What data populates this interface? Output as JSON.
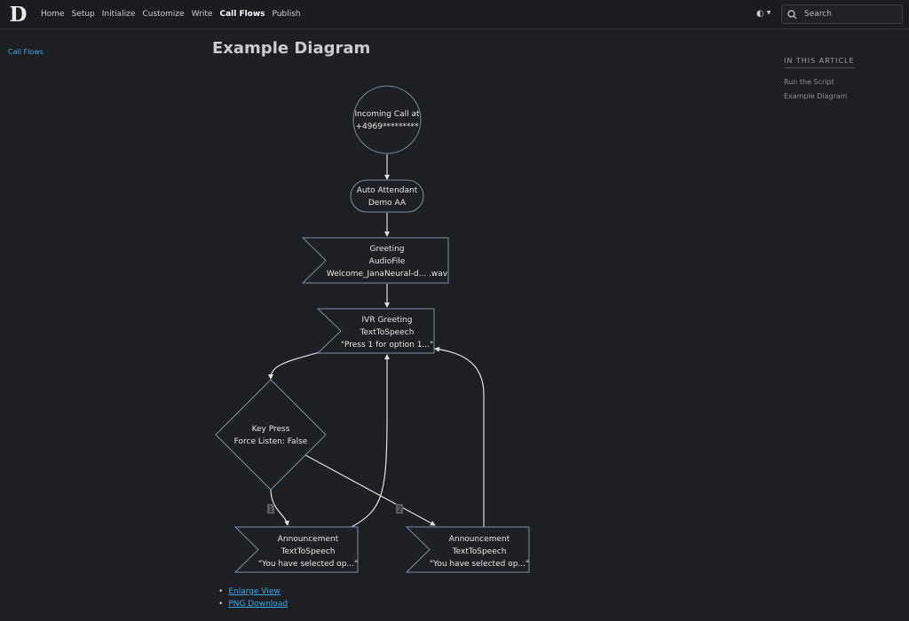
{
  "header": {
    "logo": "D",
    "nav": [
      "Home",
      "Setup",
      "Initialize",
      "Customize",
      "Write",
      "Call Flows",
      "Publish"
    ],
    "active_nav": "Call Flows",
    "search_placeholder": "Search"
  },
  "sidebar": {
    "link": "Call Flows"
  },
  "page": {
    "title": "Example Diagram"
  },
  "toc": {
    "heading": "IN THIS ARTICLE",
    "items": [
      "Run the Script",
      "Example Diagram"
    ]
  },
  "diagram": {
    "nodes": {
      "incoming": [
        "Incoming Call at",
        "+4969*********"
      ],
      "auto_attendant": [
        "Auto Attendant",
        "Demo AA"
      ],
      "greeting": [
        "Greeting",
        "AudioFile",
        "Welcome_JanaNeural-d... .wav"
      ],
      "ivr": [
        "IVR Greeting",
        "TextToSpeech",
        "\"Press 1 for option 1...\""
      ],
      "keypress": [
        "Key Press",
        "Force Listen: False"
      ],
      "announce1": [
        "Announcement",
        "TextToSpeech",
        "\"You have selected op...\""
      ],
      "announce2": [
        "Announcement",
        "TextToSpeech",
        "\"You have selected op...\""
      ]
    },
    "edge_labels": {
      "option1": "1",
      "option2": "2"
    }
  },
  "footer_links": {
    "enlarge": "Enlarge View",
    "png": "PNG Download"
  },
  "colors": {
    "background": "#1e1f22",
    "link": "#3ea8f0",
    "node_fill": "#1f2023",
    "node_stroke": "#7a8fa8"
  }
}
